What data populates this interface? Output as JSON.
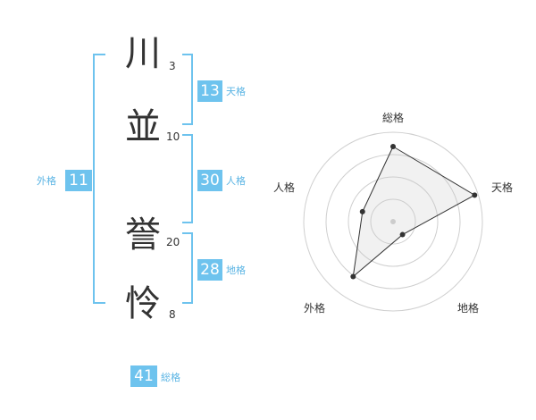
{
  "name": {
    "chars": [
      {
        "char": "川",
        "strokes": "3"
      },
      {
        "char": "並",
        "strokes": "10"
      },
      {
        "char": "誉",
        "strokes": "20"
      },
      {
        "char": "怜",
        "strokes": "8"
      }
    ]
  },
  "fortune": {
    "tenkaku": {
      "value": "13",
      "label": "天格"
    },
    "jinkaku": {
      "value": "30",
      "label": "人格"
    },
    "chikaku": {
      "value": "28",
      "label": "地格"
    },
    "gaikaku": {
      "value": "11",
      "label": "外格"
    },
    "soukaku": {
      "value": "41",
      "label": "総格"
    }
  },
  "colors": {
    "accent": "#6ec3ee",
    "label": "#5ab4e4",
    "text": "#333333"
  },
  "chart_data": {
    "type": "radar",
    "axes": [
      "総格",
      "天格",
      "地格",
      "外格",
      "人格"
    ],
    "values": [
      4.2,
      4.8,
      0.9,
      3.8,
      1.8
    ],
    "max": 5,
    "rings": 4
  }
}
